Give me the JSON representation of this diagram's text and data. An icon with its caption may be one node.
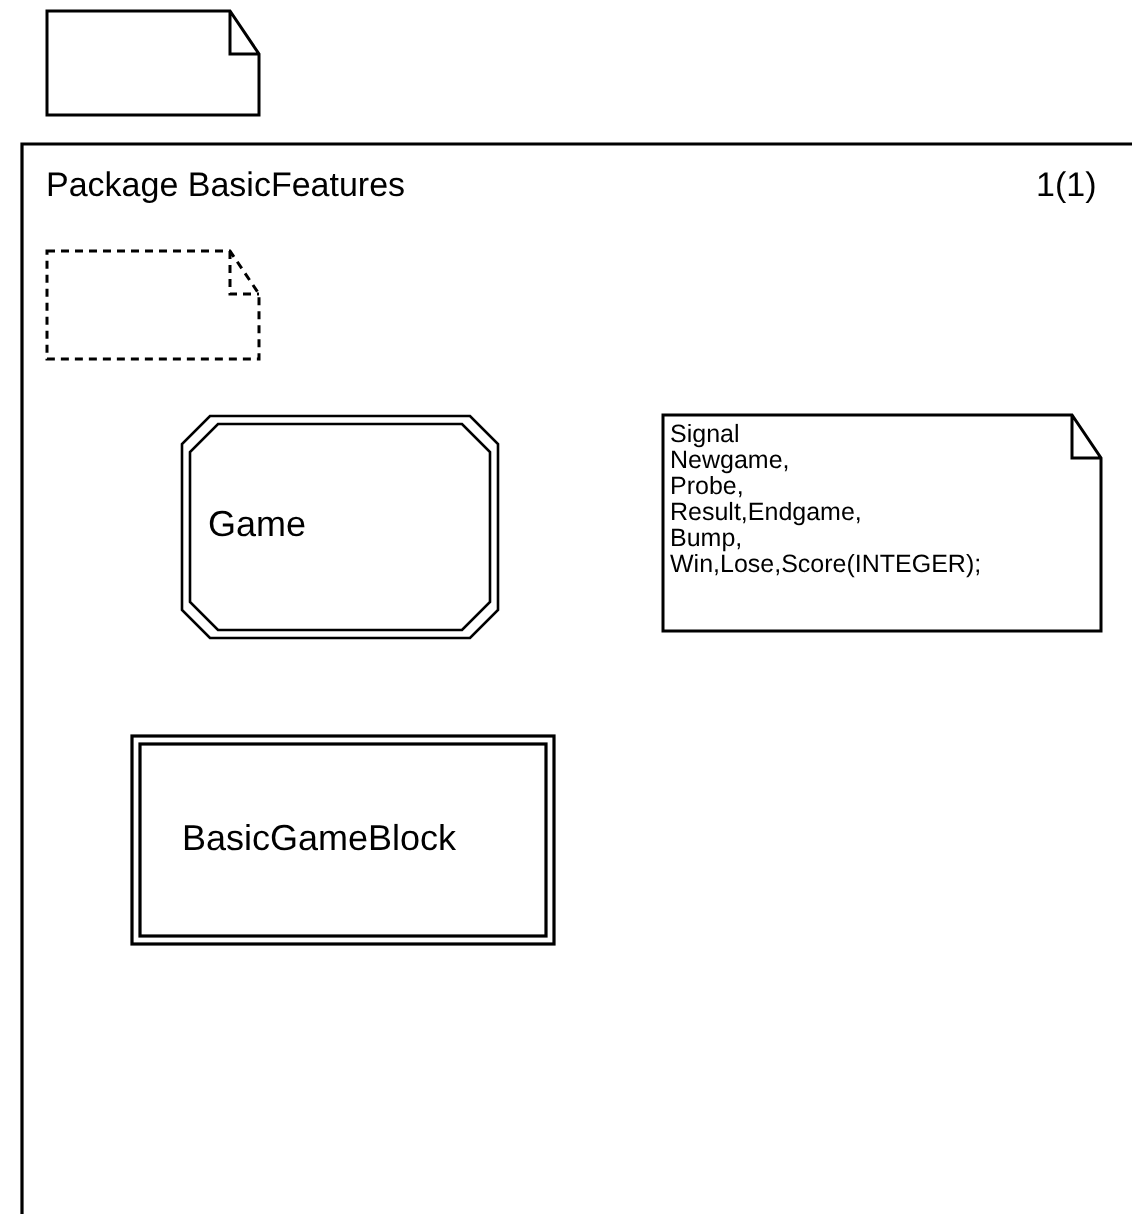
{
  "diagram": {
    "nodes": [
      {
        "text": [],
        "shape": "note"
      },
      {
        "text": [
          "Package BasicFeatures",
          "1(1)"
        ]
      },
      {
        "text": [],
        "shape": "note",
        "in": 1
      },
      {
        "text": [
          "Game"
        ],
        "in": 1
      },
      {
        "text": [
          "Signal Newgame, Probe, Result,Endgame, Bump, Win,Lose,Score(INTEGER);"
        ],
        "in": 1
      },
      {
        "text": [
          "BasicGameBlock"
        ],
        "in": 1
      }
    ]
  }
}
